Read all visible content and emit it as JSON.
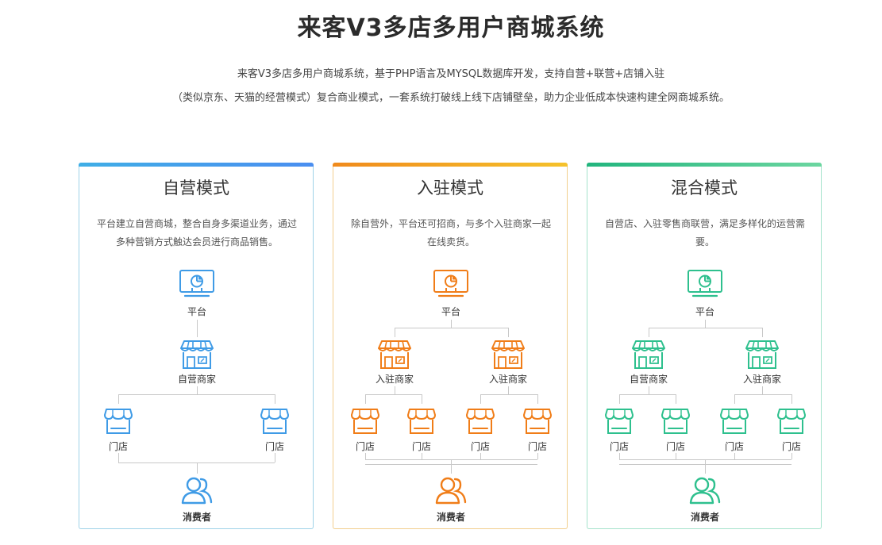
{
  "title": "来客V3多店多用户商城系统",
  "description_line1": "来客V3多店多用户商城系统，基于PHP语言及MYSQL数据库开发，支持自营+联营+店铺入驻",
  "description_line2": "（类似京东、天猫的经营模式）复合商业模式，一套系统打破线上线下店铺壁垒，助力企业低成本快速构建全网商城系统。",
  "cards": [
    {
      "title": "自营模式",
      "desc": "平台建立自营商城，整合自身多渠道业务，通过多种营销方式触达会员进行商品销售。",
      "platform_label": "平台",
      "merchant_labels": [
        "自营商家"
      ],
      "store_labels": [
        "门店",
        "门店"
      ],
      "consumer_label": "消费者",
      "color": "#3f9be6",
      "bar_gradient": [
        "#40aee6",
        "#4a8ef0"
      ],
      "border_color": "#9fd3e8"
    },
    {
      "title": "入驻模式",
      "desc": "除自营外，平台还可招商，与多个入驻商家一起在线卖货。",
      "platform_label": "平台",
      "merchant_labels": [
        "入驻商家",
        "入驻商家"
      ],
      "store_labels": [
        "门店",
        "门店",
        "门店",
        "门店"
      ],
      "consumer_label": "消费者",
      "color": "#f07d18",
      "bar_gradient": [
        "#f08a1c",
        "#f5c22b"
      ],
      "border_color": "#f2cf8e"
    },
    {
      "title": "混合模式",
      "desc": "自营店、入驻零售商联营，满足多样化的运营需要。",
      "platform_label": "平台",
      "merchant_labels": [
        "自营商家",
        "入驻商家"
      ],
      "store_labels": [
        "门店",
        "门店",
        "门店",
        "门店"
      ],
      "consumer_label": "消费者",
      "color": "#2ec08e",
      "bar_gradient": [
        "#22b57e",
        "#6cd6a0"
      ],
      "border_color": "#a5e3cc"
    }
  ]
}
